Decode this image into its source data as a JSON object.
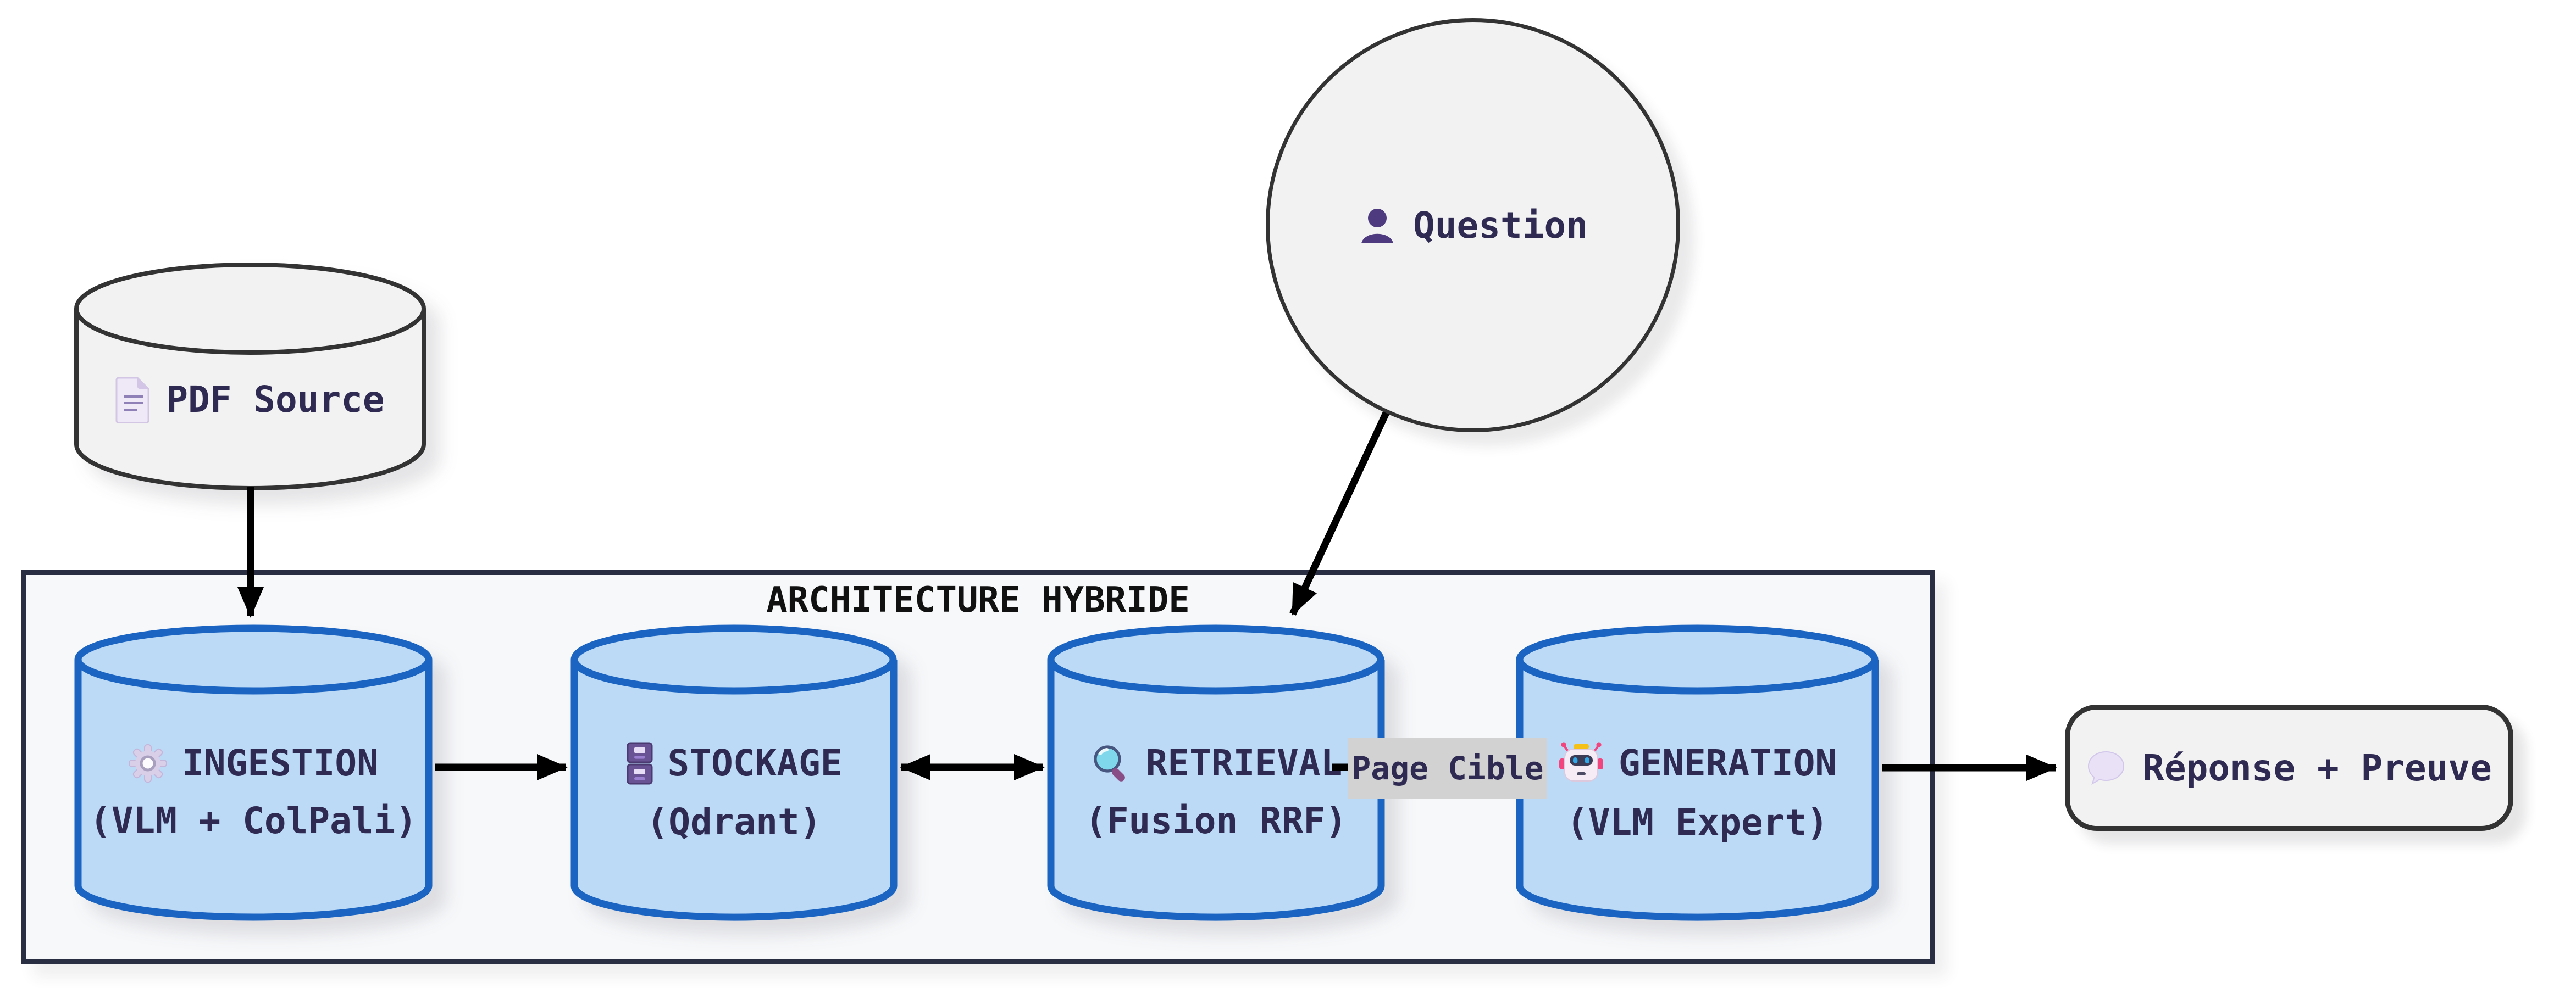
{
  "diagram_title": "ARCHITECTURE HYBRIDE",
  "nodes": {
    "pdf_source": {
      "label": "PDF Source",
      "icon": "document-icon"
    },
    "question": {
      "label": "Question",
      "icon": "person-icon"
    },
    "ingestion": {
      "title": "INGESTION",
      "subtitle": "(VLM + ColPali)",
      "icon": "gear-icon"
    },
    "stockage": {
      "title": "STOCKAGE",
      "subtitle": "(Qdrant)",
      "icon": "file-cabinet-icon"
    },
    "retrieval": {
      "title": "RETRIEVAL",
      "subtitle": "(Fusion RRF)",
      "icon": "magnifier-icon"
    },
    "generation": {
      "title": "GENERATION",
      "subtitle": "(VLM Expert)",
      "icon": "robot-icon"
    },
    "response": {
      "label": "Réponse + Preuve",
      "icon": "speech-balloon-icon"
    }
  },
  "edge_labels": {
    "retrieval_to_generation": "Page Cible"
  },
  "colors": {
    "cylinder_fill": "#bcdaf6",
    "cylinder_stroke": "#1b64c1",
    "node_fill": "#f2f2f2",
    "node_stroke": "#333333",
    "container_fill": "#f7f8fa",
    "container_stroke": "#2a2e43",
    "edge_label_bg": "#d2d2d2",
    "arrow": "#000000",
    "text": "#2f2a52",
    "title_text": "#111111"
  }
}
